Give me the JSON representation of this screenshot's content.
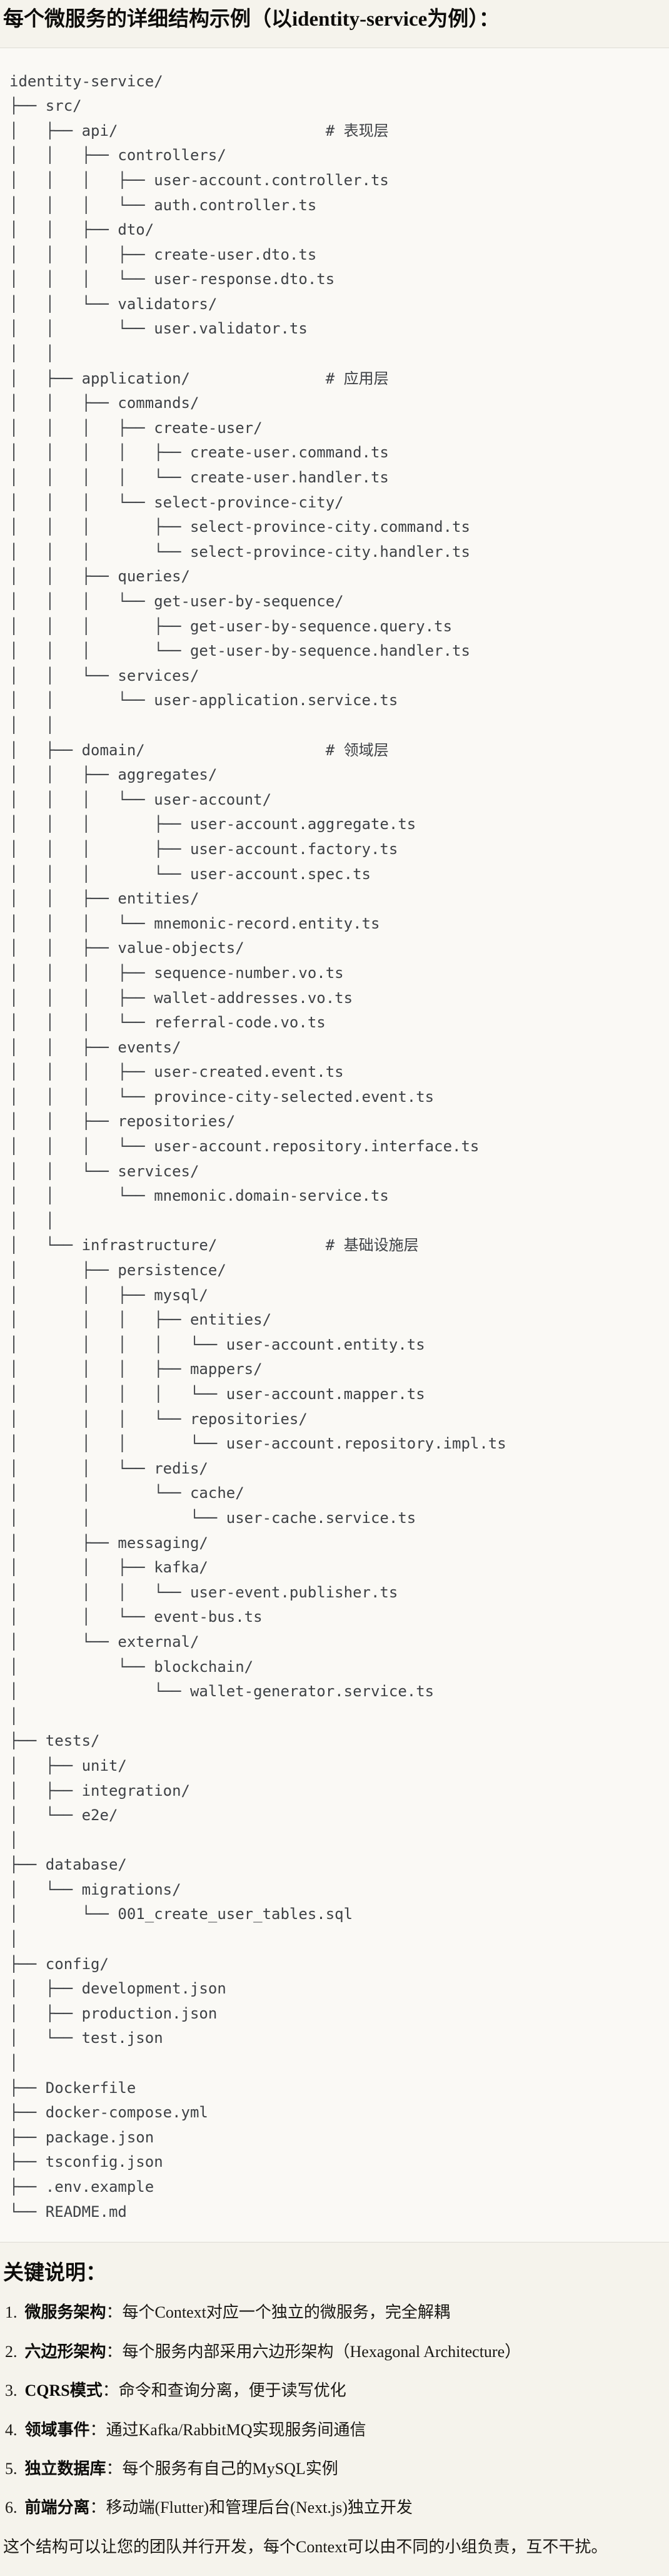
{
  "title": "每个微服务的详细结构示例（以identity-service为例）：",
  "tree": {
    "comment_column": 35,
    "lines": [
      "identity-service/",
      "├── src/",
      {
        "text": "│   ├── api/",
        "comment": "# 表现层"
      },
      "│   │   ├── controllers/",
      "│   │   │   ├── user-account.controller.ts",
      "│   │   │   └── auth.controller.ts",
      "│   │   ├── dto/",
      "│   │   │   ├── create-user.dto.ts",
      "│   │   │   └── user-response.dto.ts",
      "│   │   └── validators/",
      "│   │       └── user.validator.ts",
      "│   │",
      {
        "text": "│   ├── application/",
        "comment": "# 应用层"
      },
      "│   │   ├── commands/",
      "│   │   │   ├── create-user/",
      "│   │   │   │   ├── create-user.command.ts",
      "│   │   │   │   └── create-user.handler.ts",
      "│   │   │   └── select-province-city/",
      "│   │   │       ├── select-province-city.command.ts",
      "│   │   │       └── select-province-city.handler.ts",
      "│   │   ├── queries/",
      "│   │   │   └── get-user-by-sequence/",
      "│   │   │       ├── get-user-by-sequence.query.ts",
      "│   │   │       └── get-user-by-sequence.handler.ts",
      "│   │   └── services/",
      "│   │       └── user-application.service.ts",
      "│   │",
      {
        "text": "│   ├── domain/",
        "comment": "# 领域层"
      },
      "│   │   ├── aggregates/",
      "│   │   │   └── user-account/",
      "│   │   │       ├── user-account.aggregate.ts",
      "│   │   │       ├── user-account.factory.ts",
      "│   │   │       └── user-account.spec.ts",
      "│   │   ├── entities/",
      "│   │   │   └── mnemonic-record.entity.ts",
      "│   │   ├── value-objects/",
      "│   │   │   ├── sequence-number.vo.ts",
      "│   │   │   ├── wallet-addresses.vo.ts",
      "│   │   │   └── referral-code.vo.ts",
      "│   │   ├── events/",
      "│   │   │   ├── user-created.event.ts",
      "│   │   │   └── province-city-selected.event.ts",
      "│   │   ├── repositories/",
      "│   │   │   └── user-account.repository.interface.ts",
      "│   │   └── services/",
      "│   │       └── mnemonic.domain-service.ts",
      "│   │",
      {
        "text": "│   └── infrastructure/",
        "comment": "# 基础设施层"
      },
      "│       ├── persistence/",
      "│       │   ├── mysql/",
      "│       │   │   ├── entities/",
      "│       │   │   │   └── user-account.entity.ts",
      "│       │   │   ├── mappers/",
      "│       │   │   │   └── user-account.mapper.ts",
      "│       │   │   └── repositories/",
      "│       │   │       └── user-account.repository.impl.ts",
      "│       │   └── redis/",
      "│       │       └── cache/",
      "│       │           └── user-cache.service.ts",
      "│       ├── messaging/",
      "│       │   ├── kafka/",
      "│       │   │   └── user-event.publisher.ts",
      "│       │   └── event-bus.ts",
      "│       └── external/",
      "│           └── blockchain/",
      "│               └── wallet-generator.service.ts",
      "│",
      "├── tests/",
      "│   ├── unit/",
      "│   ├── integration/",
      "│   └── e2e/",
      "│",
      "├── database/",
      "│   └── migrations/",
      "│       └── 001_create_user_tables.sql",
      "│",
      "├── config/",
      "│   ├── development.json",
      "│   ├── production.json",
      "│   └── test.json",
      "│",
      "├── Dockerfile",
      "├── docker-compose.yml",
      "├── package.json",
      "├── tsconfig.json",
      "├── .env.example",
      "└── README.md"
    ]
  },
  "notes": {
    "heading": "关键说明：",
    "items": [
      {
        "marker": "1.",
        "term": "微服务架构",
        "text": "：每个Context对应一个独立的微服务，完全解耦"
      },
      {
        "marker": "2.",
        "term": "六边形架构",
        "text": "：每个服务内部采用六边形架构（Hexagonal Architecture）"
      },
      {
        "marker": "3.",
        "term": "CQRS模式",
        "text": "：命令和查询分离，便于读写优化"
      },
      {
        "marker": "4.",
        "term": "领域事件",
        "text": "：通过Kafka/RabbitMQ实现服务间通信"
      },
      {
        "marker": "5.",
        "term": "独立数据库",
        "text": "：每个服务有自己的MySQL实例"
      },
      {
        "marker": "6.",
        "term": "前端分离",
        "text": "：移动端(Flutter)和管理后台(Next.js)独立开发"
      }
    ],
    "closing": "这个结构可以让您的团队并行开发，每个Context可以由不同的小组负责，互不干扰。"
  }
}
